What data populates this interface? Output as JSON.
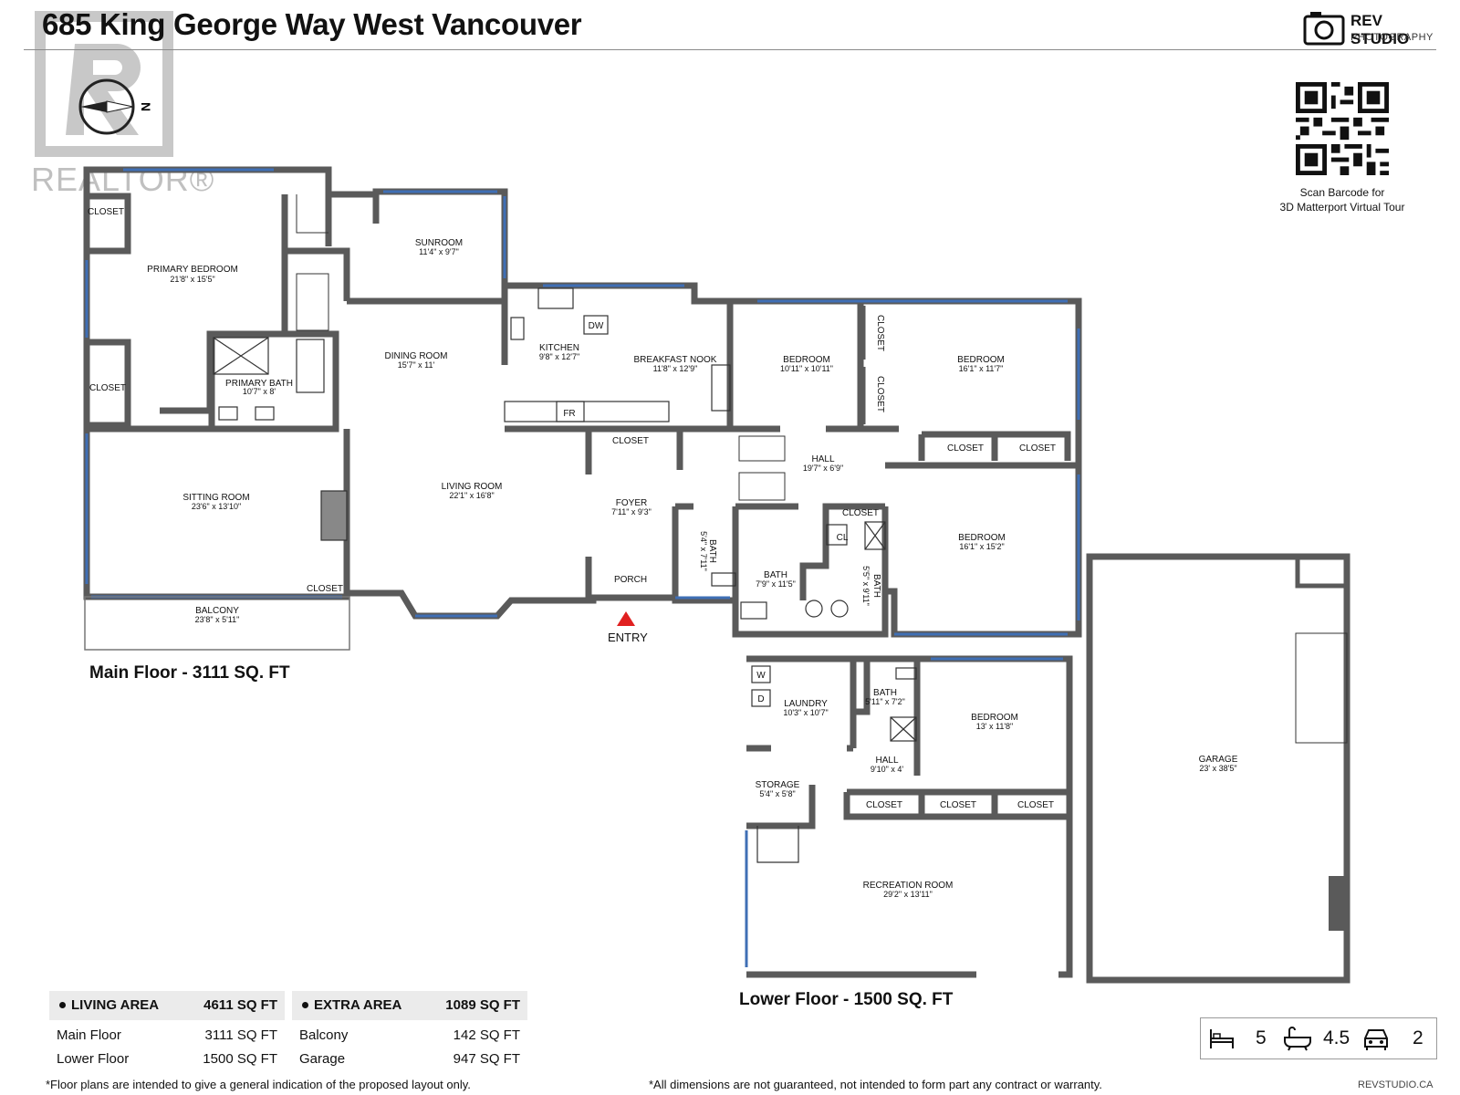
{
  "header": {
    "title": "685 King George Way West Vancouver",
    "brand_name": "REV STUDIO",
    "brand_sub": "PHOTOGRAPHY",
    "watermark": "REALTOR®"
  },
  "compass": {
    "label": "N"
  },
  "qr": {
    "caption_1": "Scan Barcode for",
    "caption_2": "3D Matterport Virtual Tour"
  },
  "main_floor": {
    "label": "Main Floor - 3111 SQ. FT",
    "rooms": {
      "primary_bedroom": {
        "name": "PRIMARY BEDROOM",
        "dim": "21'8\" x 15'5\""
      },
      "closet_a": {
        "name": "CLOSET"
      },
      "closet_b": {
        "name": "CLOSET"
      },
      "sunroom": {
        "name": "SUNROOM",
        "dim": "11'4\" x 9'7\""
      },
      "primary_bath": {
        "name": "PRIMARY BATH",
        "dim": "10'7\" x 8'"
      },
      "dining_room": {
        "name": "DINING ROOM",
        "dim": "15'7\" x 11'"
      },
      "kitchen": {
        "name": "KITCHEN",
        "dim": "9'8\" x 12'7\""
      },
      "dw": {
        "name": "DW"
      },
      "fr": {
        "name": "FR"
      },
      "breakfast_nook": {
        "name": "BREAKFAST NOOK",
        "dim": "11'8\" x 12'9\""
      },
      "bedroom_2": {
        "name": "BEDROOM",
        "dim": "10'11\" x 10'11\""
      },
      "closet_c": {
        "name": "CLOSET"
      },
      "closet_d": {
        "name": "CLOSET"
      },
      "bedroom_3": {
        "name": "BEDROOM",
        "dim": "16'1\" x 11'7\""
      },
      "sitting_room": {
        "name": "SITTING ROOM",
        "dim": "23'6\" x 13'10\""
      },
      "living_room": {
        "name": "LIVING ROOM",
        "dim": "22'1\" x 16'8\""
      },
      "closet_foyer": {
        "name": "CLOSET"
      },
      "foyer": {
        "name": "FOYER",
        "dim": "7'11\" x 9'3\""
      },
      "hall": {
        "name": "HALL",
        "dim": "19'7\" x 6'9\""
      },
      "closet_e": {
        "name": "CLOSET"
      },
      "closet_f": {
        "name": "CLOSET"
      },
      "bath_small": {
        "name": "BATH",
        "dim": "5'4\" x 7'11\""
      },
      "bath_mid": {
        "name": "BATH",
        "dim": "7'9\" x 11'5\""
      },
      "closet_hall": {
        "name": "CLOSET"
      },
      "cl": {
        "name": "CL"
      },
      "bath_side": {
        "name": "BATH",
        "dim": "5'5\" x 9'11\""
      },
      "bedroom_4": {
        "name": "BEDROOM",
        "dim": "16'1\" x 15'2\""
      },
      "porch": {
        "name": "PORCH"
      },
      "closet_balcony": {
        "name": "CLOSET"
      },
      "balcony": {
        "name": "BALCONY",
        "dim": "23'8\" x 5'11\""
      }
    },
    "entry_label": "ENTRY"
  },
  "lower_floor": {
    "label": "Lower Floor - 1500 SQ. FT",
    "rooms": {
      "w": {
        "name": "W"
      },
      "d": {
        "name": "D"
      },
      "laundry": {
        "name": "LAUNDRY",
        "dim": "10'3\" x 10'7\""
      },
      "bath": {
        "name": "BATH",
        "dim": "5'11\" x 7'2\""
      },
      "bedroom": {
        "name": "BEDROOM",
        "dim": "13' x 11'8\""
      },
      "storage": {
        "name": "STORAGE",
        "dim": "5'4\" x 5'8\""
      },
      "hall": {
        "name": "HALL",
        "dim": "9'10\" x 4'"
      },
      "closet_1": {
        "name": "CLOSET"
      },
      "closet_2": {
        "name": "CLOSET"
      },
      "closet_3": {
        "name": "CLOSET"
      },
      "recreation": {
        "name": "RECREATION ROOM",
        "dim": "29'2\" x 13'11\""
      }
    }
  },
  "garage": {
    "name": "GARAGE",
    "dim": "23' x 38'5\""
  },
  "living_area": {
    "title": "LIVING AREA",
    "total": "4611 SQ FT",
    "rows": [
      {
        "label": "Main Floor",
        "value": "3111 SQ FT"
      },
      {
        "label": "Lower Floor",
        "value": "1500 SQ FT"
      }
    ]
  },
  "extra_area": {
    "title": "EXTRA AREA",
    "total": "1089 SQ FT",
    "rows": [
      {
        "label": "Balcony",
        "value": "142 SQ FT"
      },
      {
        "label": "Garage",
        "value": "947 SQ FT"
      }
    ]
  },
  "summary": {
    "beds": "5",
    "baths": "4.5",
    "parking": "2"
  },
  "footer": {
    "left_note": "*Floor plans are intended to give a general indication of the proposed layout only.",
    "right_note": "*All dimensions are not guaranteed, not intended to form part any contract or warranty.",
    "site": "REVSTUDIO.CA"
  },
  "colors": {
    "wall": "#5a5a5a",
    "window": "#3f6fb5",
    "entry_marker": "#e02020",
    "panel": "#ebebeb"
  }
}
